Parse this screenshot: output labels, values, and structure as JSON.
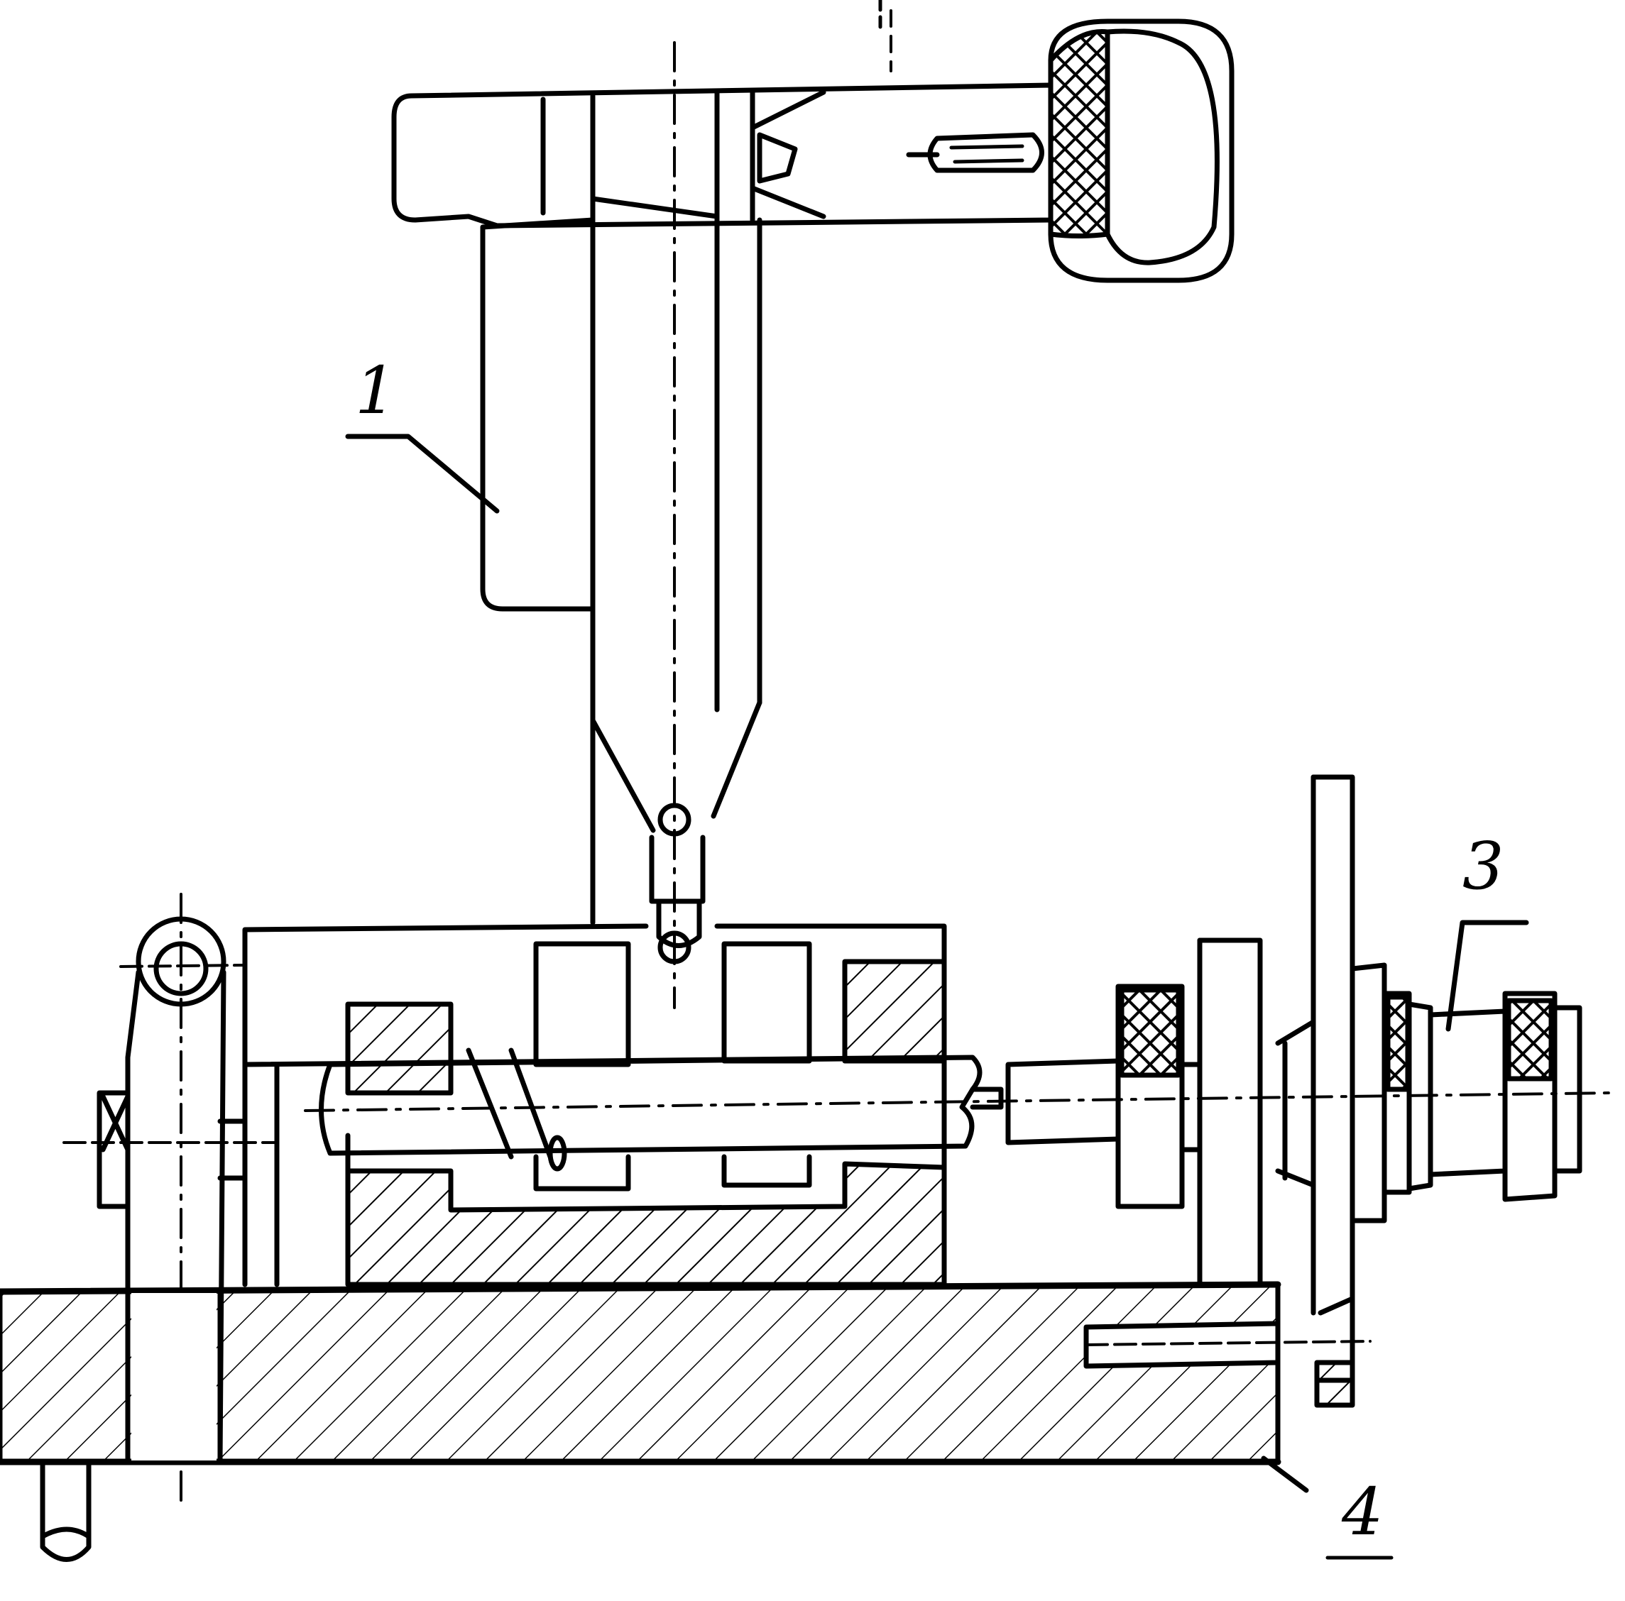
{
  "diagram": {
    "callouts": [
      {
        "id": "part-1",
        "label": "1"
      },
      {
        "id": "part-3",
        "label": "3"
      },
      {
        "id": "part-4",
        "label": "4"
      }
    ],
    "colors": {
      "ink": "#000000",
      "paper": "#ffffff"
    }
  }
}
